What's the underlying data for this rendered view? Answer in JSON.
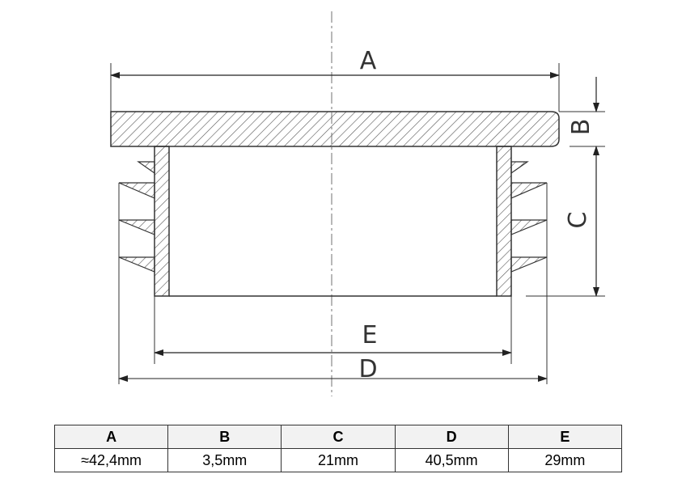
{
  "diagram": {
    "labels": {
      "a": "A",
      "b": "B",
      "c": "C",
      "d": "D",
      "e": "E"
    },
    "colors": {
      "line": "#333333",
      "hatch": "#555555",
      "centerline": "#888888"
    }
  },
  "table": {
    "headers": [
      "A",
      "B",
      "C",
      "D",
      "E"
    ],
    "values": [
      "≈42,4mm",
      "3,5mm",
      "21mm",
      "40,5mm",
      "29mm"
    ]
  }
}
